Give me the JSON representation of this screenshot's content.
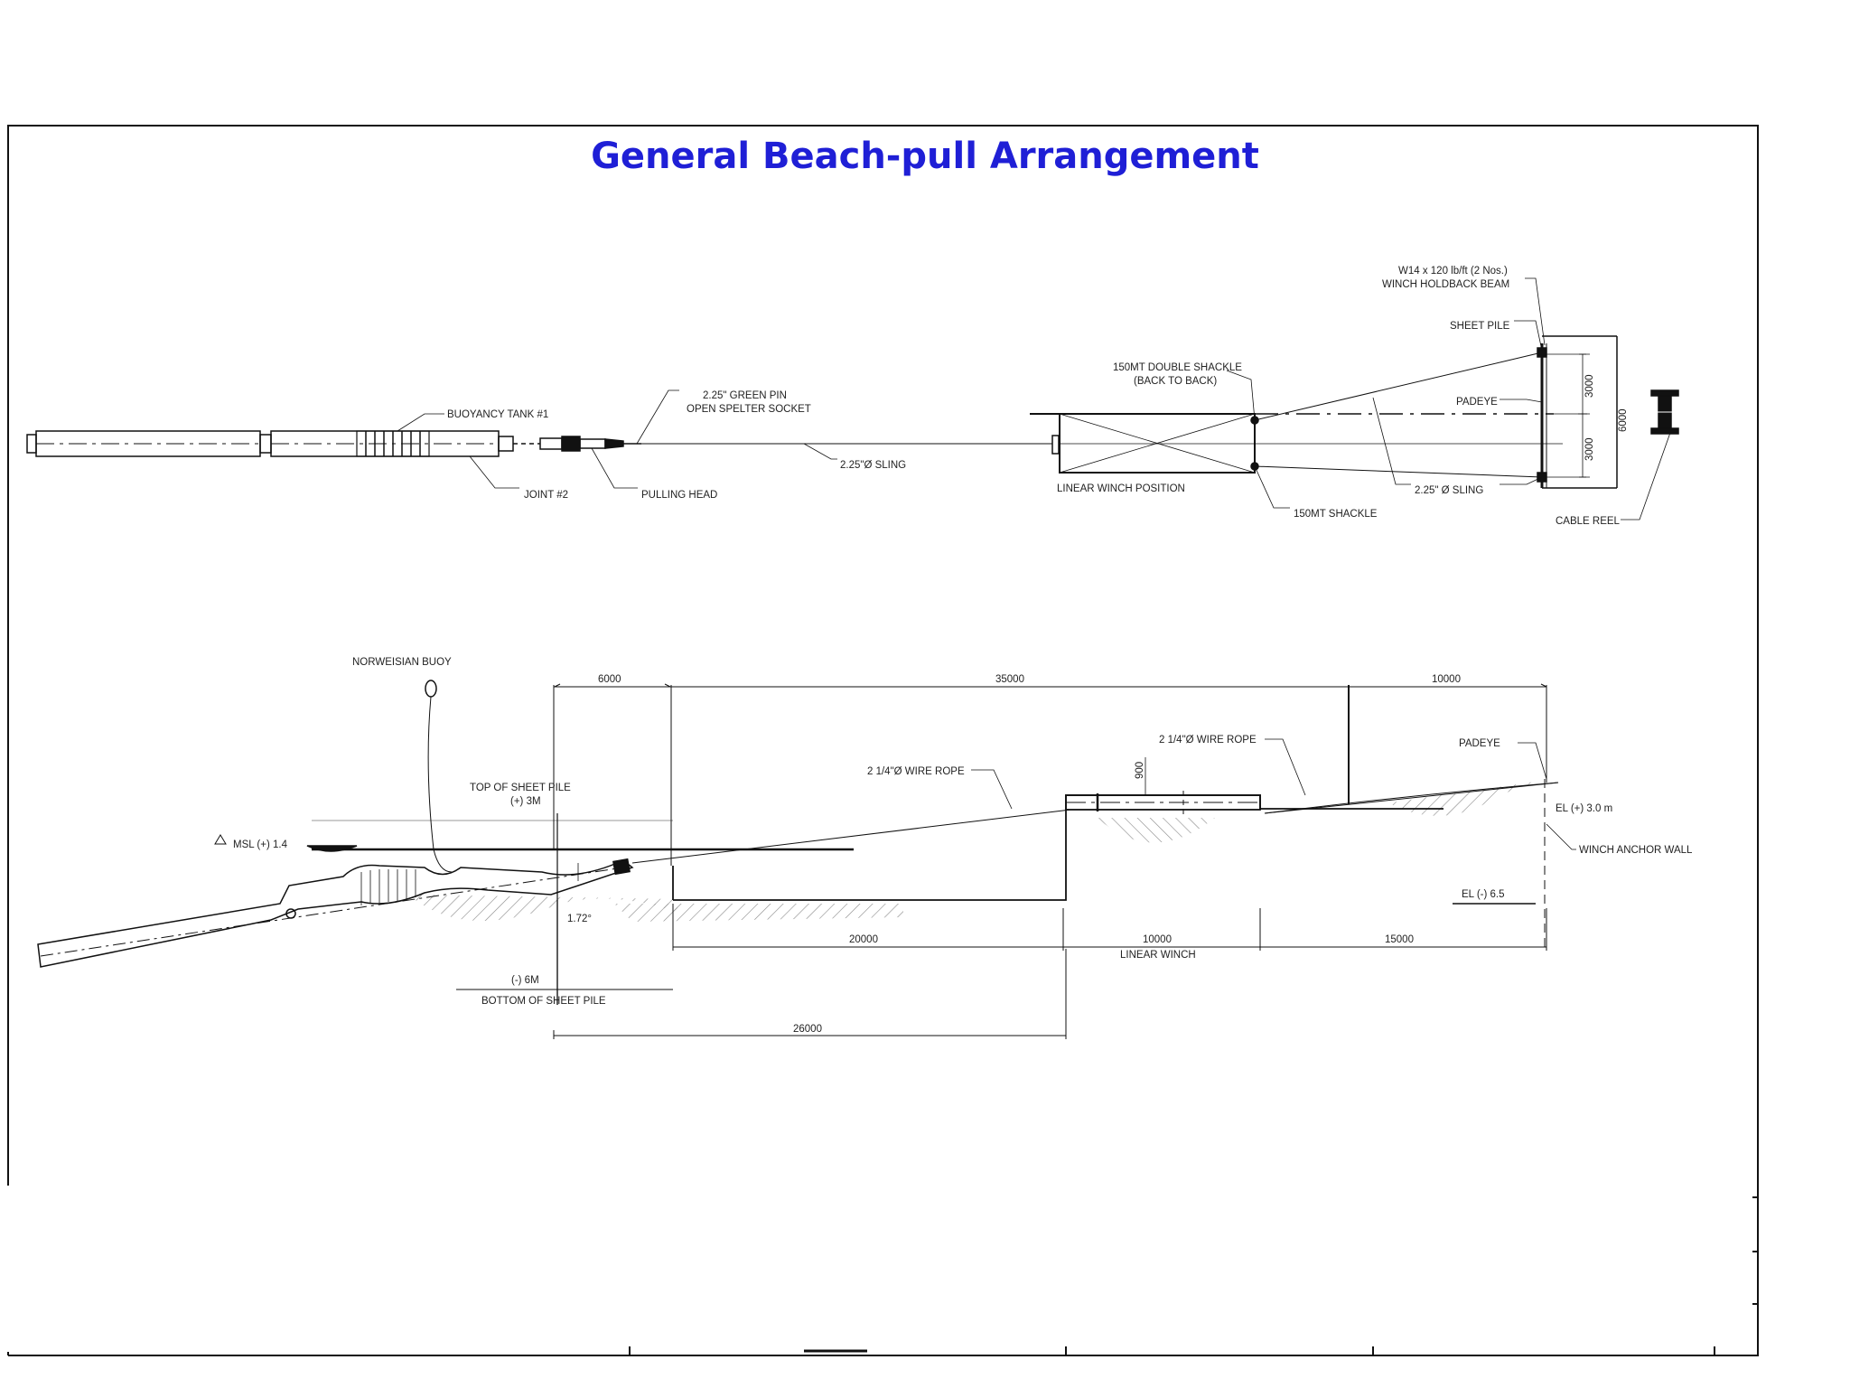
{
  "title": "General Beach-pull Arrangement",
  "colors": {
    "title": "#1f1fd6",
    "line": "#111111",
    "hatch": "#777777"
  },
  "plan_view": {
    "buoyancy_tank": "BUOYANCY TANK #1",
    "joint": "JOINT #2",
    "pulling_head": "PULLING HEAD",
    "socket_line1": "2.25\" GREEN PIN",
    "socket_line2": "OPEN SPELTER SOCKET",
    "sling_main": "2.25\"Ø SLING",
    "double_shackle_line1": "150MT DOUBLE SHACKLE",
    "double_shackle_line2": "(BACK TO BACK)",
    "linear_winch_position": "LINEAR WINCH POSITION",
    "shackle_150": "150MT SHACKLE",
    "sling_back": "2.25\" Ø SLING",
    "beam_line1": "W14 x 120 lb/ft (2 Nos.)",
    "beam_line2": "WINCH HOLDBACK BEAM",
    "sheet_pile": "SHEET PILE",
    "padeye": "PADEYE",
    "cable_reel": "CABLE REEL",
    "dim_3000_a": "3000",
    "dim_3000_b": "3000",
    "dim_6000": "6000"
  },
  "elevation_view": {
    "norwegian_buoy": "NORWEISIAN BUOY",
    "msl": "MSL (+) 1.4",
    "top_sheet_pile_line1": "TOP OF SHEET PILE",
    "top_sheet_pile_line2": "(+) 3M",
    "wire_rope_1": "2 1/4\"Ø WIRE ROPE",
    "wire_rope_2": "2 1/4\"Ø WIRE ROPE",
    "padeye": "PADEYE",
    "el_top": "EL (+) 3.0 m",
    "winch_anchor_wall": "WINCH ANCHOR WALL",
    "el_bottom": "EL (-) 6.5",
    "angle": "1.72°",
    "bottom_sheet_pile_line1": "(-) 6M",
    "bottom_sheet_pile_line2": "BOTTOM OF SHEET PILE",
    "linear_winch": "LINEAR WINCH",
    "winch_height": "900",
    "dim_top_1": "6000",
    "dim_top_2": "35000",
    "dim_top_3": "10000",
    "dim_bottom_1": "20000",
    "dim_bottom_2": "10000",
    "dim_bottom_3": "15000",
    "dim_total": "26000"
  }
}
